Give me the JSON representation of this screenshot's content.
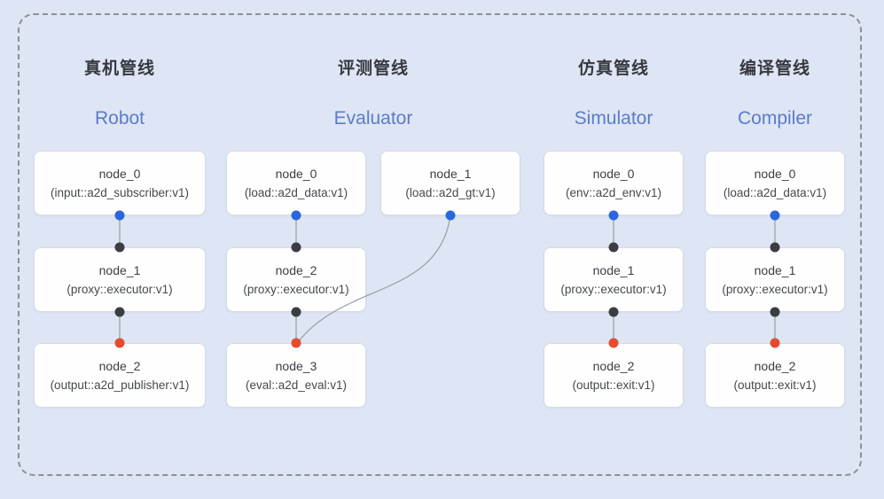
{
  "frame": {
    "style": "dashed-rounded-rectangle",
    "border_color": "#8b909b",
    "background_color": "#dee5f4"
  },
  "colors": {
    "pipeline_title_zh": "#35383f",
    "pipeline_title_en": "#5b7ccb",
    "node_text": "#3b3f46",
    "edge_line": "#979da8",
    "port_dot_blue": "#2a66dd",
    "port_dot_dark": "#3a3d43",
    "port_dot_red": "#e74a2f"
  },
  "pipelines": [
    {
      "title_zh": "真机管线",
      "title_en": "Robot",
      "nodes": [
        {
          "name": "node_0",
          "type": "(input::a2d_subscriber:v1)"
        },
        {
          "name": "node_1",
          "type": "(proxy::executor:v1)"
        },
        {
          "name": "node_2",
          "type": "(output::a2d_publisher:v1)"
        }
      ]
    },
    {
      "title_zh": "评测管线",
      "title_en": "Evaluator",
      "nodes": [
        {
          "name": "node_0",
          "type": "(load::a2d_data:v1)"
        },
        {
          "name": "node_1",
          "type": "(load::a2d_gt:v1)"
        },
        {
          "name": "node_2",
          "type": "(proxy::executor:v1)"
        },
        {
          "name": "node_3",
          "type": "(eval::a2d_eval:v1)"
        }
      ]
    },
    {
      "title_zh": "仿真管线",
      "title_en": "Simulator",
      "nodes": [
        {
          "name": "node_0",
          "type": "(env::a2d_env:v1)"
        },
        {
          "name": "node_1",
          "type": "(proxy::executor:v1)"
        },
        {
          "name": "node_2",
          "type": "(output::exit:v1)"
        }
      ]
    },
    {
      "title_zh": "编译管线",
      "title_en": "Compiler",
      "nodes": [
        {
          "name": "node_0",
          "type": "(load::a2d_data:v1)"
        },
        {
          "name": "node_1",
          "type": "(proxy::executor:v1)"
        },
        {
          "name": "node_2",
          "type": "(output::exit:v1)"
        }
      ]
    }
  ]
}
